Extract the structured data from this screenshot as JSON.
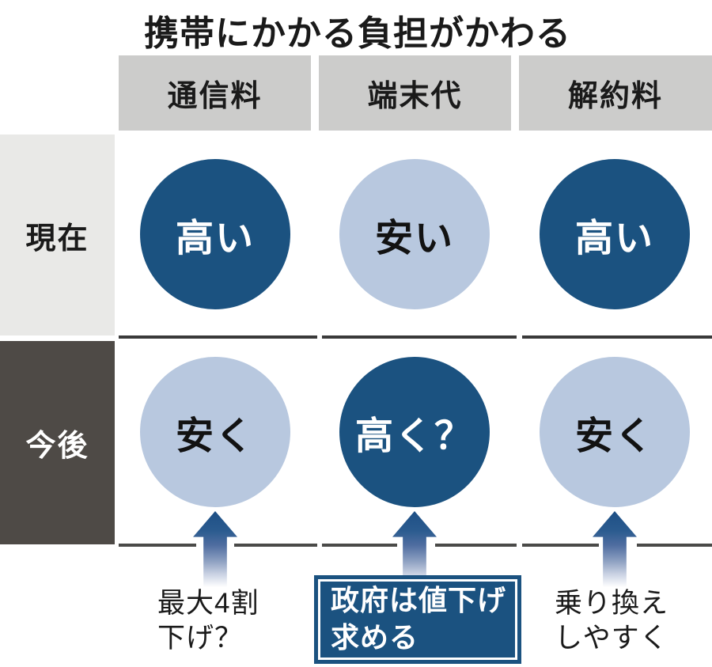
{
  "title": "携帯にかかる負担がかわる",
  "columns": [
    "通信料",
    "端末代",
    "解約料"
  ],
  "row_labels": [
    "現在",
    "今後"
  ],
  "cells": {
    "row1": [
      {
        "label": "高い",
        "tone": "dark"
      },
      {
        "label": "安い",
        "tone": "light"
      },
      {
        "label": "高い",
        "tone": "dark"
      }
    ],
    "row2": [
      {
        "label": "安く",
        "tone": "light"
      },
      {
        "label": "高く？",
        "tone": "dark"
      },
      {
        "label": "安く",
        "tone": "light"
      }
    ]
  },
  "annotations": [
    {
      "line1": "最大4割",
      "line2": "下げ？",
      "style": "plain"
    },
    {
      "line1": "政府は値下げ",
      "line2": "求める",
      "style": "box"
    },
    {
      "line1": "乗り換え",
      "line2": "しやすく",
      "style": "plain"
    }
  ],
  "chart_data": {
    "type": "table",
    "title": "携帯にかかる負担がかわる",
    "columns": [
      "通信料",
      "端末代",
      "解約料"
    ],
    "rows": [
      {
        "label": "現在",
        "values": [
          "高い",
          "安い",
          "高い"
        ],
        "tones": [
          "dark",
          "light",
          "dark"
        ]
      },
      {
        "label": "今後",
        "values": [
          "安く",
          "高く？",
          "安く"
        ],
        "tones": [
          "light",
          "dark",
          "light"
        ]
      }
    ],
    "footnotes_by_column": [
      "最大4割下げ？",
      "政府は値下げ求める",
      "乗り換えしやすく"
    ]
  },
  "colors": {
    "dark_blue": "#1b5280",
    "light_blue": "#b8c8df",
    "header_gray": "#cccccb",
    "row_light": "#e9e9e7",
    "row_dark": "#4e4a46",
    "separator": "#3a3a3a",
    "bottom_line": "#4a4a48",
    "text_dark": "#1a1a1a",
    "text_white": "#ffffff"
  }
}
